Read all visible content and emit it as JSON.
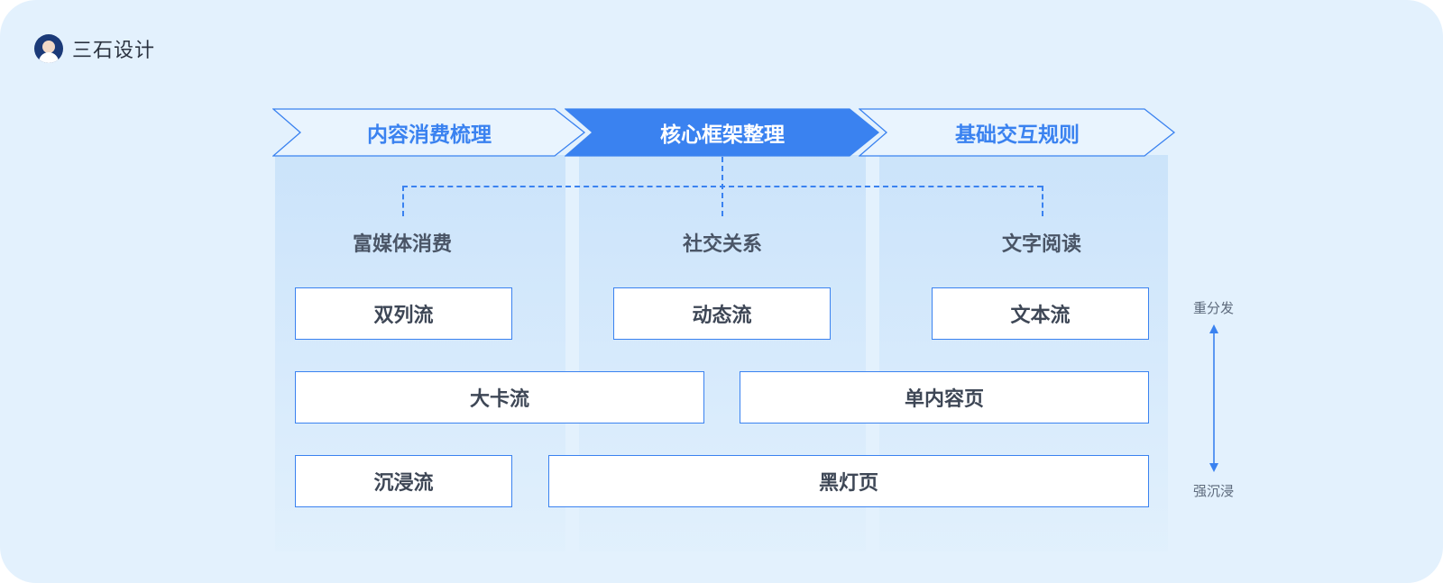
{
  "brand": {
    "name": "三石设计",
    "logo_icon": "avatar-logo"
  },
  "stages": [
    {
      "label": "内容消费梳理",
      "active": false
    },
    {
      "label": "核心框架整理",
      "active": true
    },
    {
      "label": "基础交互规则",
      "active": false
    }
  ],
  "categories": [
    "富媒体消费",
    "社交关系",
    "文字阅读"
  ],
  "patterns": {
    "row1": [
      "双列流",
      "动态流",
      "文本流"
    ],
    "row2": [
      "大卡流",
      "单内容页"
    ],
    "row3": [
      "沉浸流",
      "黑灯页"
    ]
  },
  "scale": {
    "top": "重分发",
    "bottom": "强沉浸"
  },
  "colors": {
    "accent": "#3a82f0",
    "background": "#e3f1fd",
    "text": "#3e4756"
  }
}
